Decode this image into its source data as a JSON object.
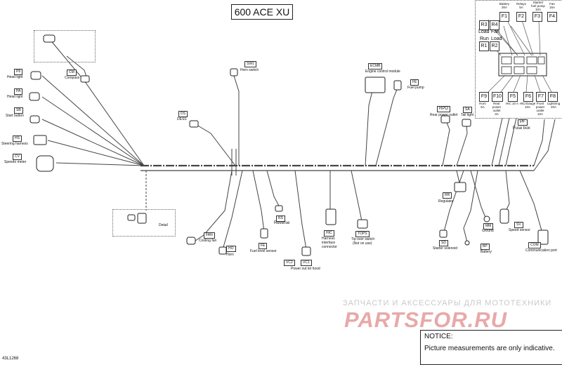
{
  "title": "600 ACE XU",
  "notice": {
    "heading": "NOTICE:",
    "text": "Picture measurements are only indicative."
  },
  "watermark": {
    "line1": "ЗАПЧАСТИ И АКСЕССУАРЫ ДЛЯ МОТОТЕХНИКИ",
    "line2": "PARTSFOR.RU"
  },
  "drawing_code": "43L1268",
  "compass": {
    "tag": "CM",
    "label": "Compass"
  },
  "detail": {
    "label": "Detail"
  },
  "left_components": [
    {
      "tag": "P8",
      "label": "Head light"
    },
    {
      "tag": "PA",
      "label": "Head light"
    },
    {
      "tag": "SB",
      "label": "Start button"
    },
    {
      "tag": "HS",
      "label": "Steering harness"
    },
    {
      "tag": "CV",
      "label": "Speedo meter"
    }
  ],
  "components": {
    "sw1": {
      "tag": "SW1",
      "label": "Horn switch"
    },
    "ds": {
      "tag": "DS",
      "label": "DESS"
    },
    "ecmb": {
      "tag": "ECMB",
      "label": "Engine control module"
    },
    "fp": {
      "tag": "FE",
      "label": "Fuel pump"
    },
    "rpo": {
      "tag": "RPO",
      "label": "Rear power outlet"
    },
    "tl": {
      "tag": "SA",
      "label": "Tail light"
    },
    "rr": {
      "tag": "RR",
      "label": "Regulator"
    },
    "rs": {
      "tag": "RS",
      "label": "Reverse"
    },
    "fan": {
      "tag": "FAN",
      "label": "Cooling fan"
    },
    "ho": {
      "tag": "HO",
      "label": "Horn"
    },
    "fl": {
      "tag": "FE",
      "label": "Fuel level sensor"
    },
    "vc2": {
      "tag": "VC2"
    },
    "vc1": {
      "tag": "VC1",
      "label": "Power out let hood"
    },
    "hic": {
      "tag": "HIC",
      "label_1": "Harness",
      "label_2": "interface",
      "label_3": "connector"
    },
    "tops": {
      "tag": "TOPS",
      "label_1": "Tip over switch",
      "label_2": "(Not on use)"
    },
    "gnd": {
      "tag": "MM",
      "label": "Ground"
    },
    "bat": {
      "tag": "BP",
      "label": "Battery"
    },
    "sd": {
      "tag": "SD",
      "label": "Starter solenoid"
    },
    "ss": {
      "tag": "SV",
      "label": "Speed sensor"
    },
    "com": {
      "tag": "COM",
      "label": "Communication port"
    }
  },
  "fuse_box": {
    "tag": "PF",
    "label": "Fuse box",
    "top_fuses": [
      {
        "id": "F1",
        "label_1": "Battery",
        "label_2": "30A"
      },
      {
        "id": "F2",
        "label_1": "Relays",
        "label_2": "5A"
      },
      {
        "id": "F3",
        "label_1": "Starter/",
        "label_2": "fuel pump",
        "label_3": "10A"
      },
      {
        "id": "F4",
        "label_1": "Fan",
        "label_2": "15A"
      }
    ],
    "relays": [
      {
        "id": "R3",
        "label": "Load"
      },
      {
        "id": "R4",
        "label": "Fan"
      },
      {
        "id": "R1",
        "label": "Run"
      },
      {
        "id": "R2",
        "label": "Load"
      }
    ],
    "bottom_fuses": [
      {
        "id": "F9",
        "label_1": "Horn",
        "label_2": "5A"
      },
      {
        "id": "F10",
        "label_1": "Rear",
        "label_2": "power",
        "label_3": "outlet",
        "label_4": "3A"
      },
      {
        "id": "F5",
        "label_1": "HIC 10 A"
      },
      {
        "id": "F6",
        "label_1": "HIC/Gauge",
        "label_2": "10A"
      },
      {
        "id": "F7",
        "label_1": "Front",
        "label_2": "power",
        "label_3": "outlet",
        "label_4": "10A"
      },
      {
        "id": "F8",
        "label_1": "Lightning",
        "label_2": "20A"
      }
    ]
  }
}
